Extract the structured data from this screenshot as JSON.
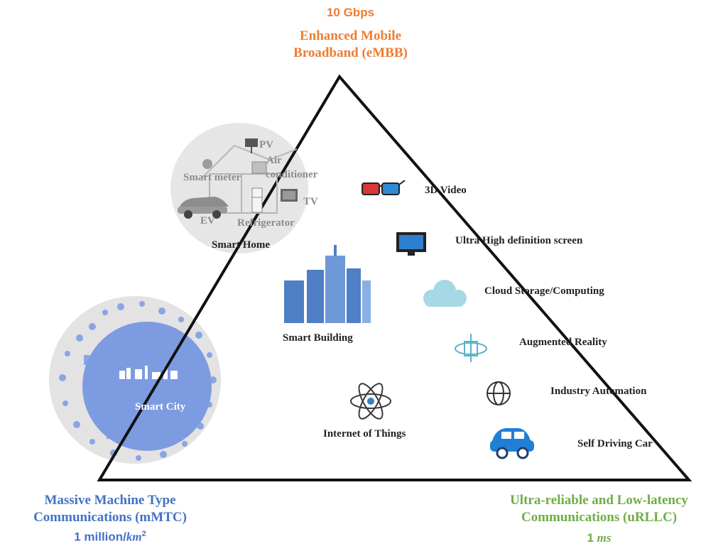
{
  "top": {
    "speed": "10 Gbps",
    "title_line1": "Enhanced Mobile",
    "title_line2": "Broadband (eMBB)"
  },
  "bottom_left": {
    "title_line1": "Massive Machine Type",
    "title_line2": "Communications (mMTC)",
    "metric_prefix": "1 million/",
    "metric_unit": "km",
    "metric_exp": "2"
  },
  "bottom_right": {
    "title_line1": "Ultra-reliable and Low-latency",
    "title_line2": "Communications (uRLLC)",
    "metric_prefix": "1 ",
    "metric_unit": "ms"
  },
  "smart_home": {
    "label": "Smart Home",
    "items": {
      "pv": "PV",
      "air_line1": "Air",
      "air_line2": "conditioner",
      "smart_meter": "Smart meter",
      "tv": "TV",
      "ev": "EV",
      "refrigerator": "Refrigerator"
    }
  },
  "smart_city": {
    "label": "Smart City"
  },
  "smart_building": {
    "label": "Smart Building"
  },
  "iot": {
    "label": "Internet of Things"
  },
  "applications": [
    {
      "label": "3D Video",
      "icon": "3d-glasses-icon"
    },
    {
      "label": "Ultra High definition screen",
      "icon": "monitor-icon"
    },
    {
      "label": "Cloud Storage/Computing",
      "icon": "cloud-icon"
    },
    {
      "label": "Augmented Reality",
      "icon": "ar-icon"
    },
    {
      "label": "Industry Automation",
      "icon": "globe-icon"
    },
    {
      "label": "Self Driving Car",
      "icon": "car-icon"
    }
  ],
  "colors": {
    "embb": "#ed7d31",
    "mmtc": "#4472c4",
    "urllc": "#70ad47",
    "city_circle": "#7d9be0",
    "home_ellipse": "#e6e6e6"
  }
}
